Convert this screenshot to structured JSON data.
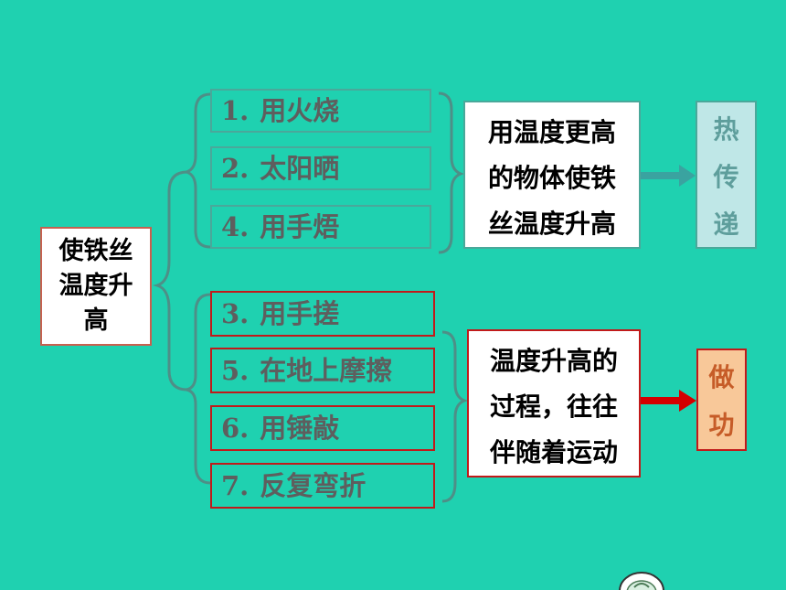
{
  "root": {
    "label": "使铁丝温度升高"
  },
  "heat_group": {
    "items": [
      {
        "num": "1.",
        "text": "用火烧"
      },
      {
        "num": "2.",
        "text": "太阳晒"
      },
      {
        "num": "4.",
        "text": "用手焐"
      }
    ],
    "description": [
      "用温度更高",
      "的物体使铁",
      "丝温度升高"
    ],
    "result": [
      "热",
      "传",
      "递"
    ]
  },
  "work_group": {
    "items": [
      {
        "num": "3.",
        "text": "用手搓"
      },
      {
        "num": "5.",
        "text": "在地上摩擦"
      },
      {
        "num": "6.",
        "text": "用锤敲"
      },
      {
        "num": "7.",
        "text": "反复弯折"
      }
    ],
    "description": [
      "温度升高的",
      "过程，往往",
      "伴随着运动"
    ],
    "result": [
      "做",
      "功"
    ]
  },
  "colors": {
    "background": "#1fd1b0",
    "heat_border": "#4aa89a",
    "work_border": "#c11a1a",
    "heat_arrow": "#3aa3a0",
    "work_arrow": "#d40000",
    "heat_result_bg": "#bfe7e7",
    "work_result_bg": "#f8c899"
  }
}
